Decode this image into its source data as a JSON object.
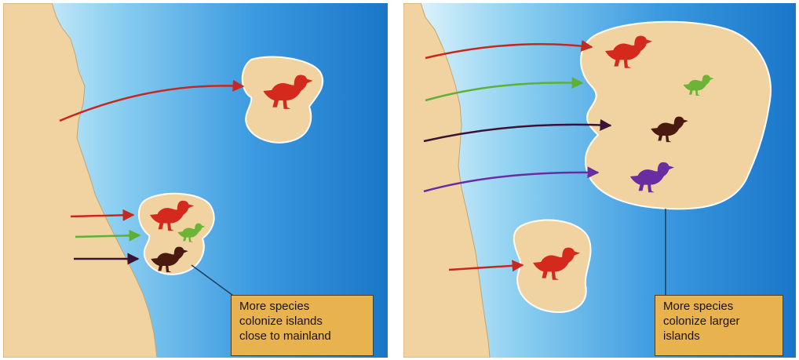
{
  "colors": {
    "land": "#f1d3a1",
    "water_light": "#e6f7fd",
    "water_dark": "#1e7fd0",
    "red_bird": "#d42a1e",
    "green_bird": "#6db336",
    "brown_bird": "#4a1a10",
    "purple_bird": "#6a2ca0",
    "caption_bg": "#e8b24f"
  },
  "icons": [
    "bird-icon",
    "arrow-icon",
    "island-icon",
    "mainland-icon"
  ],
  "left_panel": {
    "caption_lines": [
      "More species",
      "colonize islands",
      "close to mainland"
    ]
  },
  "right_panel": {
    "caption_lines": [
      "More species",
      "colonize larger",
      "islands"
    ]
  }
}
